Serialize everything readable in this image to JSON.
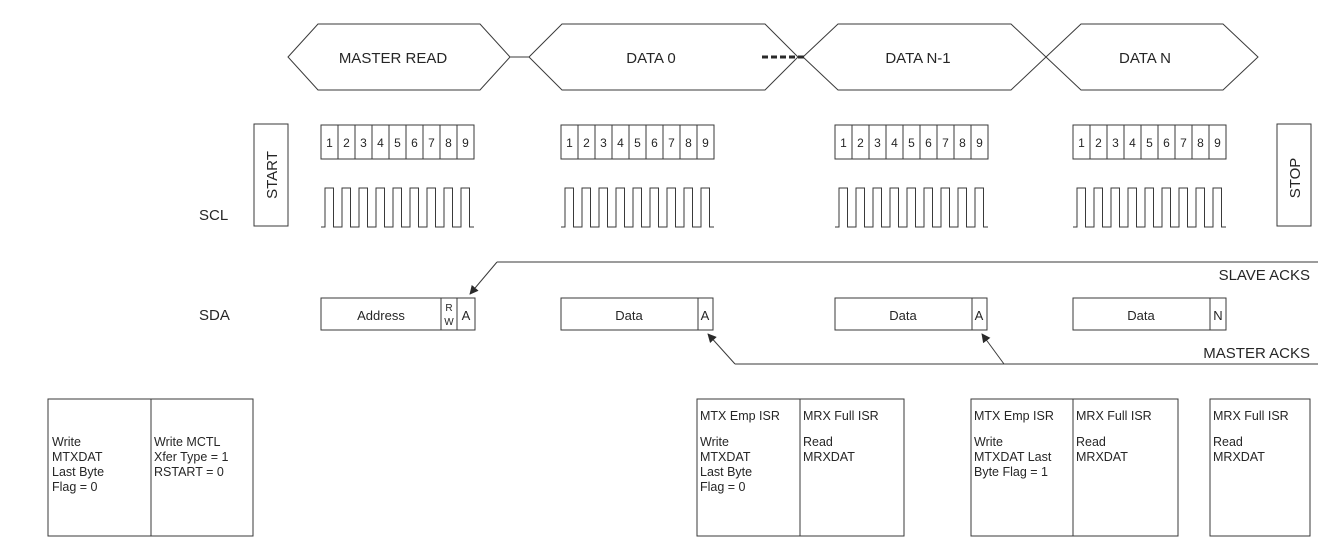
{
  "phases": [
    {
      "label": "MASTER READ"
    },
    {
      "label": "DATA 0"
    },
    {
      "label": "DATA N-1"
    },
    {
      "label": "DATA N"
    }
  ],
  "start_label": "START",
  "stop_label": "STOP",
  "scl_label": "SCL",
  "sda_label": "SDA",
  "bit_numbers": [
    "1",
    "2",
    "3",
    "4",
    "5",
    "6",
    "7",
    "8",
    "9"
  ],
  "sda_frames": [
    {
      "data": "Address",
      "rw_r": "R",
      "rw_w": "W",
      "ack": "A"
    },
    {
      "data": "Data",
      "ack": "A"
    },
    {
      "data": "Data",
      "ack": "A"
    },
    {
      "data": "Data",
      "ack": "N"
    }
  ],
  "slave_acks_label": "SLAVE ACKS",
  "master_acks_label": "MASTER ACKS",
  "isr_boxes": [
    {
      "lines": [
        "Write",
        "MTXDAT",
        "Last Byte",
        "Flag = 0"
      ]
    },
    {
      "lines": [
        "Write MCTL",
        "Xfer Type = 1",
        "RSTART = 0"
      ]
    },
    {
      "lines": [
        "MTX Emp ISR",
        "",
        "Write",
        "MTXDAT",
        "Last Byte",
        "Flag = 0"
      ]
    },
    {
      "lines": [
        "MRX Full ISR",
        "",
        "Read",
        "MRXDAT"
      ]
    },
    {
      "lines": [
        "MTX Emp ISR",
        "",
        "Write",
        "MTXDAT Last",
        "Byte Flag = 1"
      ]
    },
    {
      "lines": [
        "MRX Full ISR",
        "",
        "Read",
        "MRXDAT"
      ]
    },
    {
      "lines": [
        "MRX Full ISR",
        "",
        "Read",
        "MRXDAT"
      ]
    }
  ],
  "colors": {
    "stroke": "#3a3a3a",
    "text": "#262626",
    "background": "#ffffff"
  }
}
